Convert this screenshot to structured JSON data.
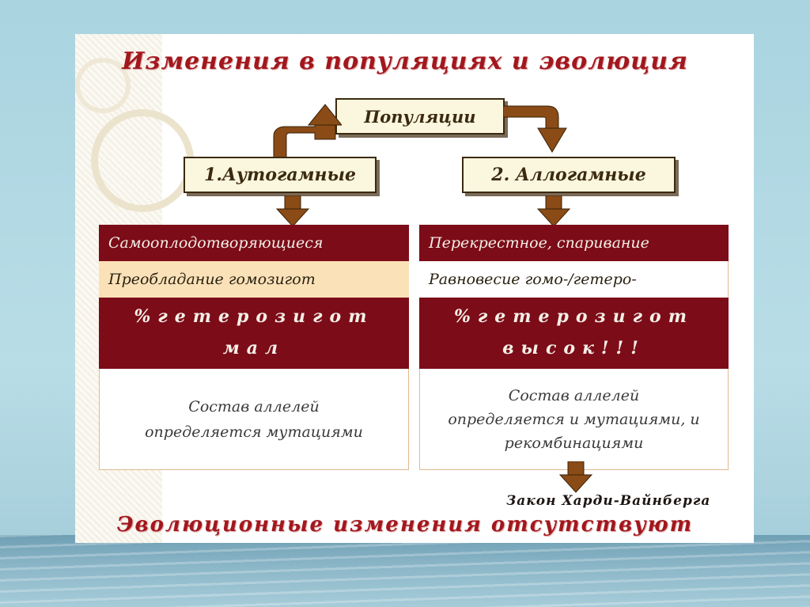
{
  "title": "Изменения в популяциях и эволюция",
  "root_box": "Популяции",
  "left": {
    "heading": "1.Аутогамные",
    "row1": "Самооплодотворяющиеся",
    "row2": "Преобладание гомозигот",
    "big_line1": "%гетерозигот",
    "big_line2": "мал",
    "body_line1": "Состав аллелей",
    "body_line2": "определяется мутациями"
  },
  "right": {
    "heading": "2. Аллогамные",
    "row1": "Перекрестное, спаривание",
    "row2": "Равновесие гомо-/гетеро-",
    "big_line1": "%гетерозигот",
    "big_line2": "высок!!!",
    "body_line1": "Состав аллелей",
    "body_line2": "определяется и мутациями, и",
    "body_line3": "рекомбинациями"
  },
  "law": "Закон Харди-Вайнберга",
  "conclusion": "Эволюционные изменения отсутствуют",
  "colors": {
    "title_red": "#a2171d",
    "dark_red": "#7c0c18",
    "cream": "#fbe1b8",
    "box_fill": "#fbf6de",
    "arrow_brown": "#8a4b16"
  }
}
